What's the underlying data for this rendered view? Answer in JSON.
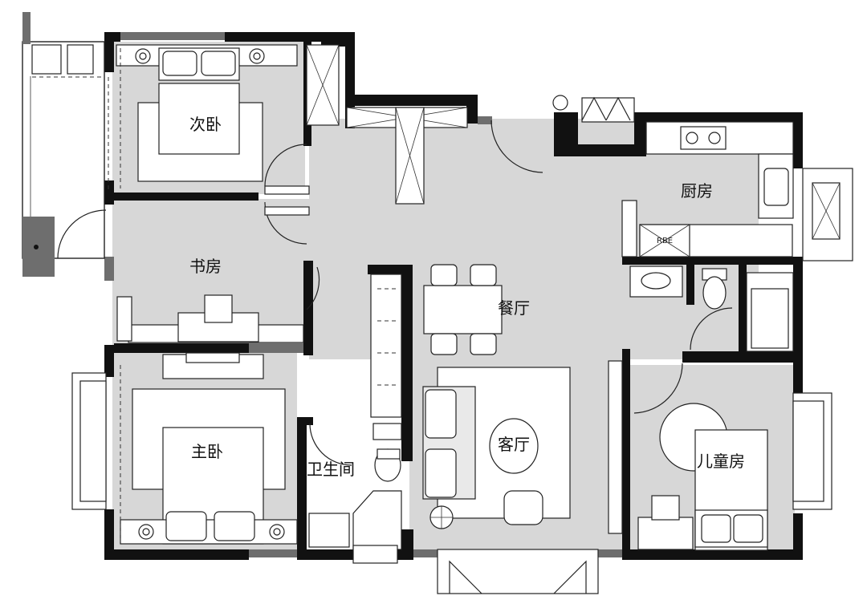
{
  "rooms": {
    "second_bedroom": "次卧",
    "study": "书房",
    "master_bedroom": "主卧",
    "bathroom": "卫生间",
    "dining_room": "餐厅",
    "living_room": "客厅",
    "kitchen": "厨房",
    "kids_room": "儿童房"
  },
  "fridge_label": "RBE",
  "colors": {
    "floor": "#d7d7d7",
    "wall": "#111111",
    "wall_secondary": "#6e6e6e",
    "furniture": "#ffffff"
  }
}
